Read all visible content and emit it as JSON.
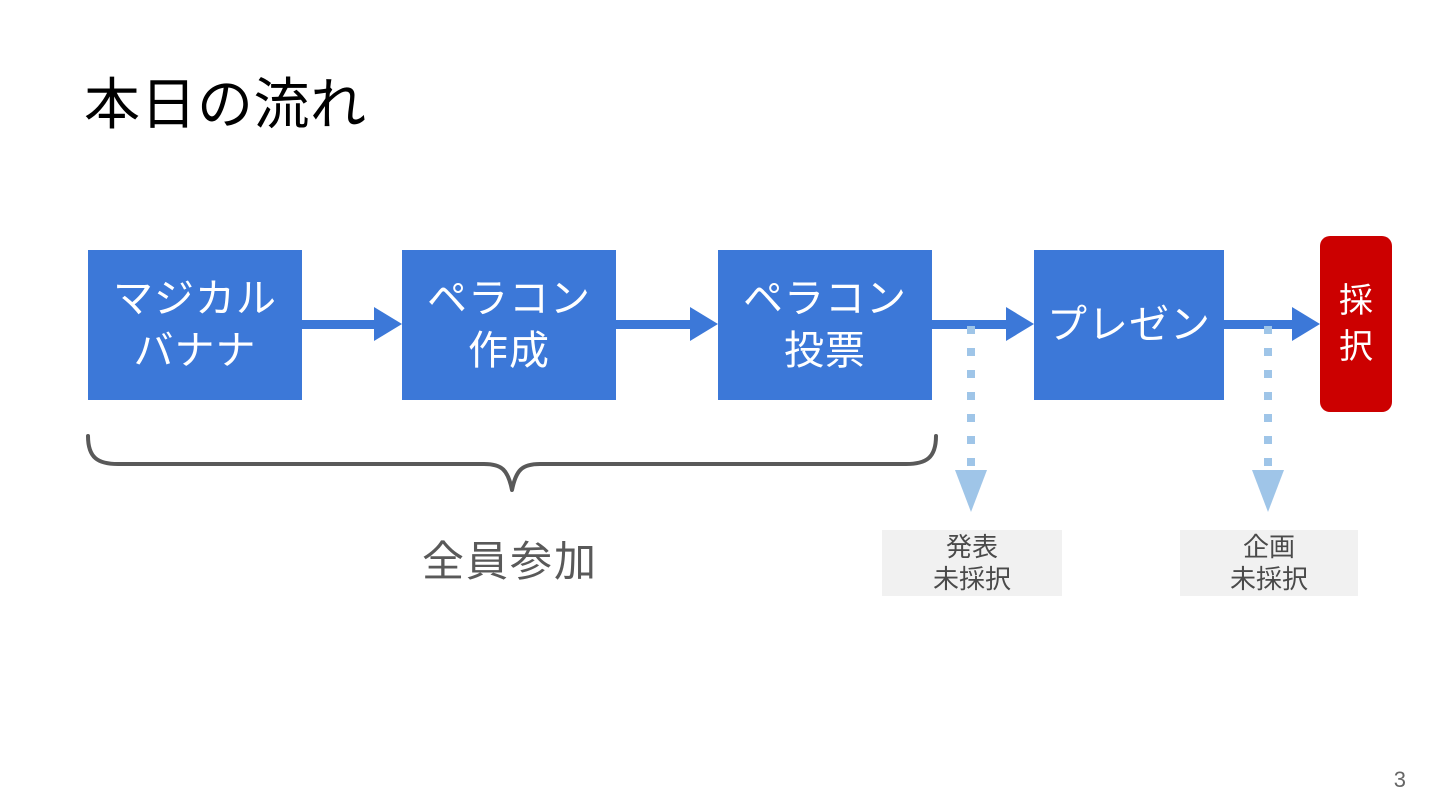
{
  "slide": {
    "title": "本日の流れ",
    "page_number": "3",
    "background_color": "#ffffff"
  },
  "colors": {
    "process_blue": "#3c78d8",
    "adopted_red": "#cc0000",
    "dotted_arrow_blue": "#9fc5e8",
    "outcome_gray_bg": "#f1f1f1",
    "outcome_gray_text": "#4a4a4a",
    "brace_gray": "#595959",
    "caption_gray": "#595959",
    "title_black": "#000000"
  },
  "flow": {
    "steps": [
      {
        "id": "magical-banana",
        "line1": "マジカル",
        "line2": "バナナ"
      },
      {
        "id": "peracon-create",
        "line1": "ペラコン",
        "line2": "作成"
      },
      {
        "id": "peracon-vote",
        "line1": "ペラコン",
        "line2": "投票"
      },
      {
        "id": "presentation",
        "line1": "プレゼン",
        "line2": ""
      }
    ],
    "final": {
      "id": "adopted",
      "line1": "採",
      "line2": "択"
    },
    "connector_icons": [
      "arrow-right-icon",
      "arrow-right-icon",
      "arrow-right-icon",
      "arrow-right-icon"
    ],
    "drop_branches": [
      {
        "id": "presentation-rejected",
        "icon": "dotted-arrow-down-icon",
        "line1": "発表",
        "line2": "未採択"
      },
      {
        "id": "plan-rejected",
        "icon": "dotted-arrow-down-icon",
        "line1": "企画",
        "line2": "未採択"
      }
    ]
  },
  "annotation": {
    "brace_icon": "curly-brace-icon",
    "caption": "全員参加"
  }
}
